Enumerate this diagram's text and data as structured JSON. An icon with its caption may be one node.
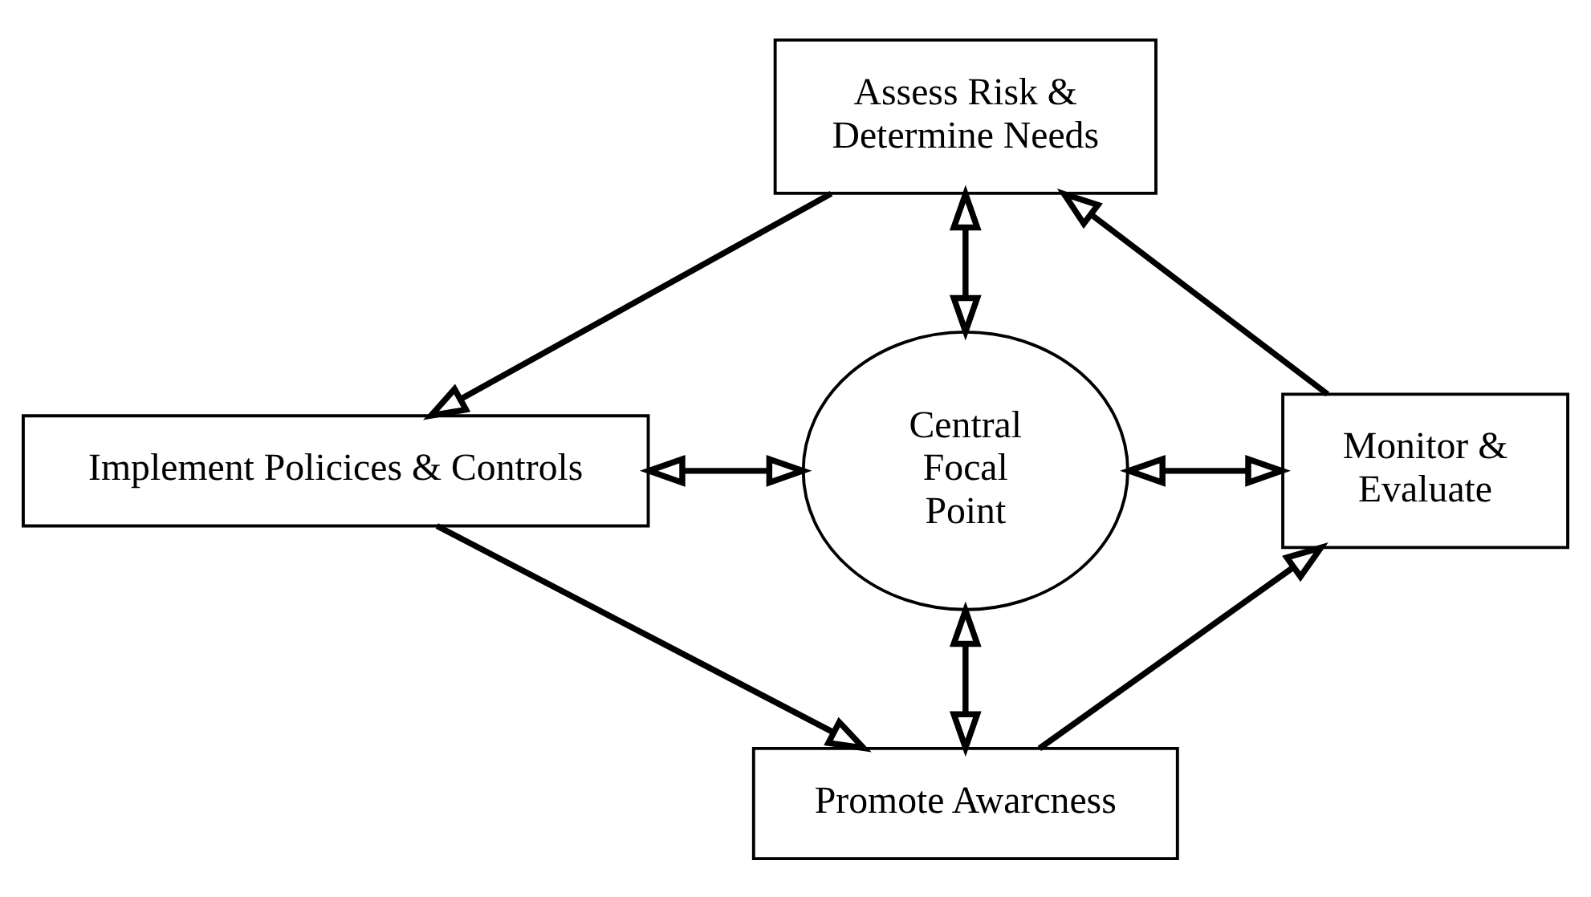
{
  "diagram": {
    "nodes": [
      {
        "text": [
          "Assess Risk & Determine Needs"
        ]
      },
      {
        "text": [
          "Implement Policices & Controls"
        ]
      },
      {
        "text": [
          "Central Focal Point"
        ]
      },
      {
        "text": [
          "Monitor & Evaluate"
        ]
      },
      {
        "text": [
          "Promote Awarcness"
        ]
      }
    ],
    "edges": [
      {
        "from": 0,
        "to": 2,
        "arrow": "both"
      },
      {
        "from": 1,
        "to": 2,
        "arrow": "both"
      },
      {
        "from": 2,
        "to": 3,
        "arrow": "both"
      },
      {
        "from": 2,
        "to": 4,
        "arrow": "both"
      },
      {
        "from": 0,
        "to": 1,
        "arrow": "to"
      },
      {
        "from": 1,
        "to": 4,
        "arrow": "to"
      },
      {
        "from": 4,
        "to": 3,
        "arrow": "to"
      },
      {
        "from": 3,
        "to": 0,
        "arrow": "to"
      }
    ]
  }
}
